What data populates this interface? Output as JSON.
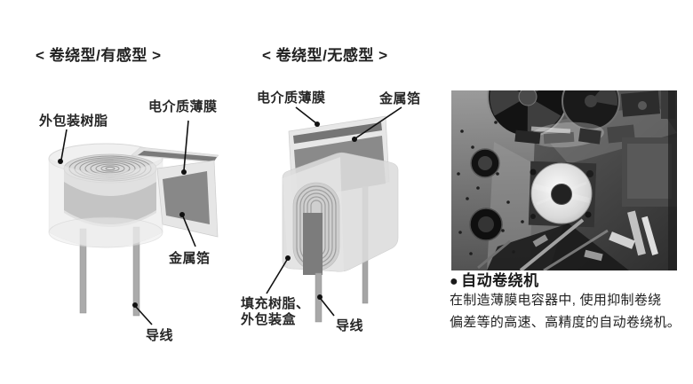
{
  "colors": {
    "text": "#262626",
    "foil_gray": "#8a8a8a",
    "resin_gray": "#e6e6e6",
    "case_gray": "#dcdcdc",
    "line_black": "#111111"
  },
  "diagrams": {
    "inductive": {
      "title": "< 卷绕型/有感型 >",
      "labels": {
        "resin": "外包装树脂",
        "film": "电介质薄膜",
        "foil": "金属箔",
        "lead": "导线"
      }
    },
    "noninductive": {
      "title": "< 卷绕型/无感型 >",
      "labels": {
        "film": "电介质薄膜",
        "foil": "金属箔",
        "case_line1": "填充树脂、",
        "case_line2": "外包装盒",
        "lead": "导线"
      }
    }
  },
  "photo": {
    "bullet": "●",
    "caption": "自动卷绕机",
    "desc_line1": "在制造薄膜电容器中, 使用抑制卷绕",
    "desc_line2": "偏差等的高速、高精度的自动卷绕机。"
  }
}
